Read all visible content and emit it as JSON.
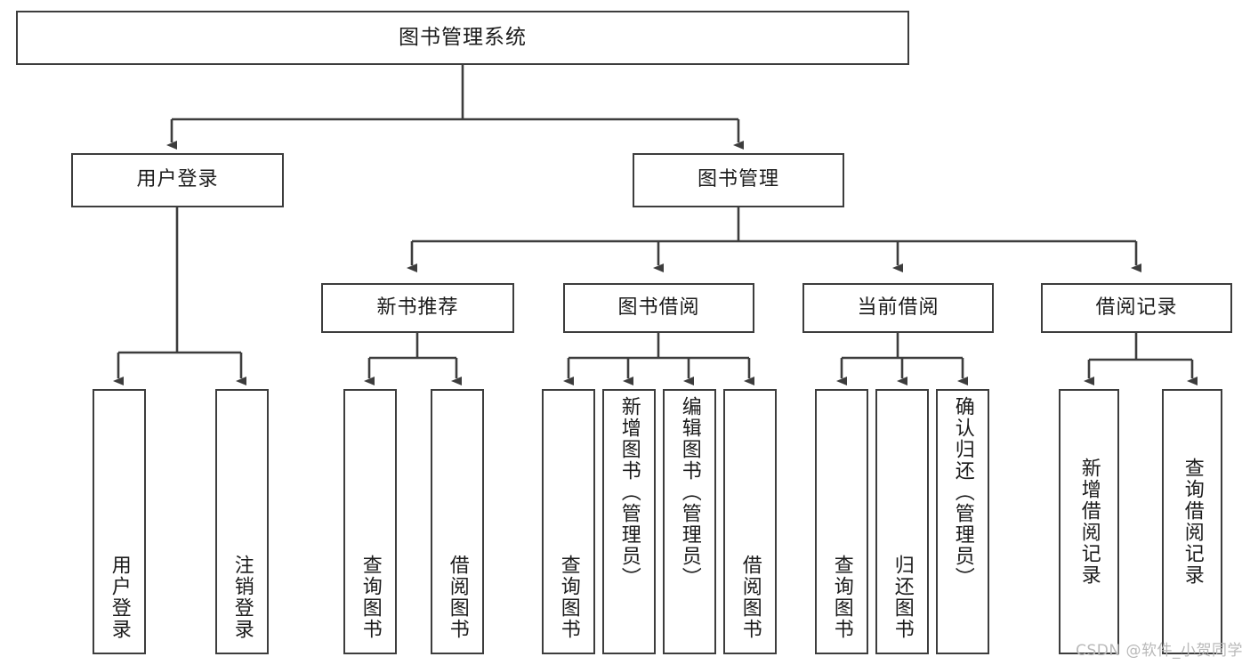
{
  "diagram": {
    "title": "图书管理系统",
    "watermark": "CSDN @软件_小贺同学",
    "colors": {
      "background": "#ffffff",
      "border": "#3d3d3d",
      "text": "#1b1b1b",
      "connector": "#3d3d3d",
      "watermark": "#b9b9b9"
    },
    "root": {
      "label": "图书管理系统"
    },
    "level2": [
      {
        "label": "用户登录"
      },
      {
        "label": "图书管理"
      }
    ],
    "level3": [
      {
        "label": "新书推荐"
      },
      {
        "label": "图书借阅"
      },
      {
        "label": "当前借阅"
      },
      {
        "label": "借阅记录"
      }
    ],
    "leaves": {
      "user_login": [
        {
          "label": "用户登录"
        },
        {
          "label": "注销登录"
        }
      ],
      "new_book_recommend": [
        {
          "label": "查询图书"
        },
        {
          "label": "借阅图书"
        }
      ],
      "book_borrow": [
        {
          "label": "查询图书"
        },
        {
          "label": "新增图书（管理员）"
        },
        {
          "label": "编辑图书（管理员）"
        },
        {
          "label": "借阅图书"
        }
      ],
      "current_borrow": [
        {
          "label": "查询图书"
        },
        {
          "label": "归还图书"
        },
        {
          "label": "确认归还（管理员）"
        }
      ],
      "borrow_record": [
        {
          "label": "新增借阅记录"
        },
        {
          "label": "查询借阅记录"
        }
      ]
    }
  }
}
